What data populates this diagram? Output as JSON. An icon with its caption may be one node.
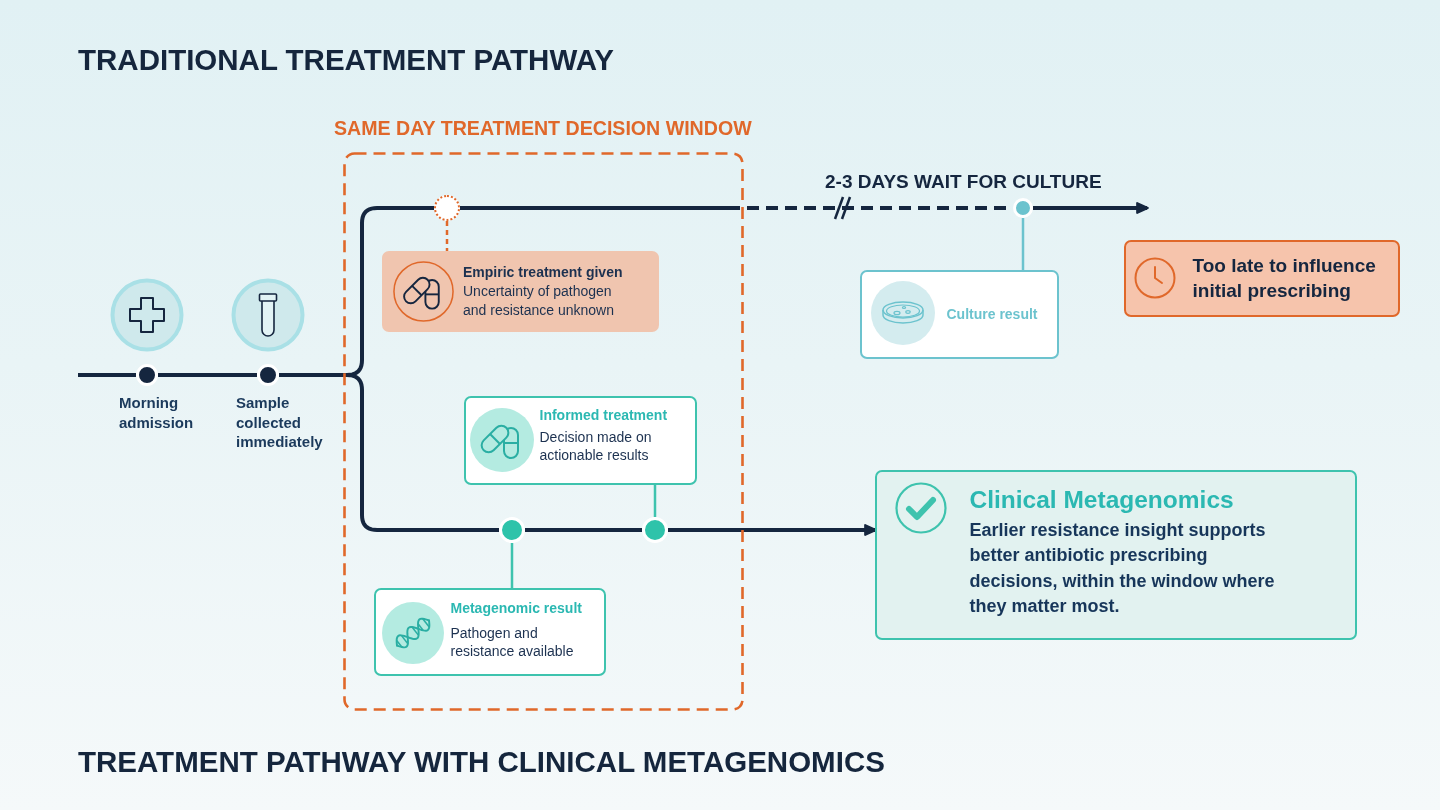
{
  "diagram": {
    "title": "TRADITIONAL TREATMENT PATHWAY",
    "nodes": [
      {
        "text": [],
        "shape": "circle",
        "beside": [
          "Morning admission"
        ]
      },
      {
        "text": [],
        "shape": "circle",
        "beside": [
          "Sample collected immediately"
        ]
      },
      {
        "text": [
          "SAME DAY TREATMENT DECISION WINDOW"
        ]
      },
      {
        "text": [],
        "shape": "circle",
        "in": 2
      },
      {
        "text": [
          "Empiric treatment given",
          "Uncertainty of pathogen and resistance unknown"
        ],
        "in": 2
      },
      {
        "text": [
          "Informed treatment",
          "Decision made on actionable results"
        ],
        "in": 2
      },
      {
        "text": [],
        "shape": "circle",
        "in": 2
      },
      {
        "text": [],
        "shape": "circle",
        "in": 2
      },
      {
        "text": [
          "Metagenomic result",
          "Pathogen and resistance available"
        ],
        "in": 2
      },
      {
        "text": [],
        "shape": "circle"
      },
      {
        "text": [
          "Culture result"
        ]
      },
      {
        "text": [
          "Too late to influence initial prescribing"
        ]
      },
      {
        "text": [
          "Clinical Metagenomics",
          "Earlier resistance insight supports better antibiotic prescribing decisions, within the window where they matter most."
        ]
      }
    ],
    "edges": [
      {
        "from": null,
        "to": 0,
        "arrow": "none"
      },
      {
        "from": 0,
        "to": 1,
        "arrow": "none"
      },
      {
        "from": 1,
        "to": 3,
        "arrow": "none"
      },
      {
        "from": 1,
        "to": 6,
        "arrow": "none"
      },
      {
        "from": 3,
        "to": 9,
        "arrow": "none",
        "label": "2-3 DAYS WAIT FOR CULTURE",
        "style": "dashed"
      },
      {
        "from": 9,
        "to": 11,
        "arrow": "to"
      },
      {
        "from": 6,
        "to": 7,
        "arrow": "none"
      },
      {
        "from": 7,
        "to": 12,
        "arrow": "to"
      },
      {
        "from": 3,
        "to": 4,
        "arrow": "none",
        "style": "dashed",
        "color": "#e0682a"
      },
      {
        "from": 9,
        "to": 10,
        "arrow": "none",
        "color": "#6cc3ce"
      },
      {
        "from": 6,
        "to": 8,
        "arrow": "none",
        "color": "#3ec3ae"
      },
      {
        "from": 7,
        "to": 5,
        "arrow": "none",
        "color": "#3ec3ae"
      }
    ],
    "labels": [
      "TREATMENT PATHWAY WITH CLINICAL METAGENOMICS"
    ]
  }
}
